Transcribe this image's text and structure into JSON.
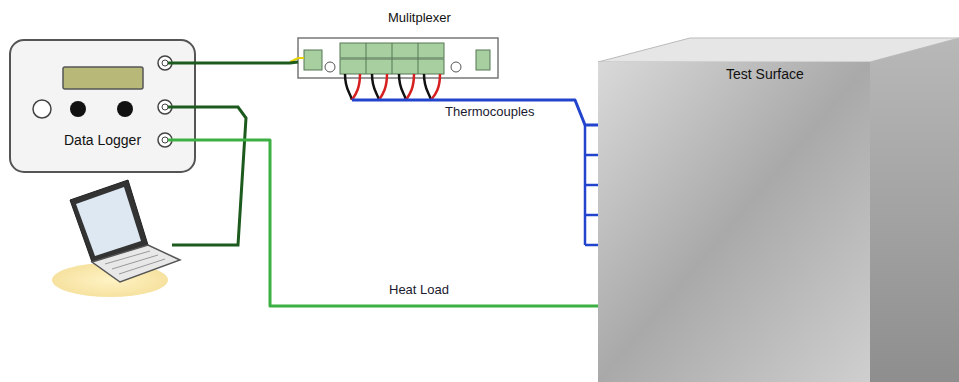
{
  "diagram": {
    "nodes": [
      {
        "text": [
          "Data Logger"
        ]
      },
      {
        "text": [
          "Mulitplexer"
        ]
      },
      {
        "text": [
          "Test Surface"
        ]
      }
    ],
    "edges": [
      {
        "from": 0,
        "to": 1,
        "arrow": "none"
      },
      {
        "from": 1,
        "to": 2,
        "label": "Thermocouples",
        "arrow": "none"
      },
      {
        "from": 0,
        "to": 2,
        "label": "Heat Load",
        "arrow": "none"
      }
    ]
  }
}
